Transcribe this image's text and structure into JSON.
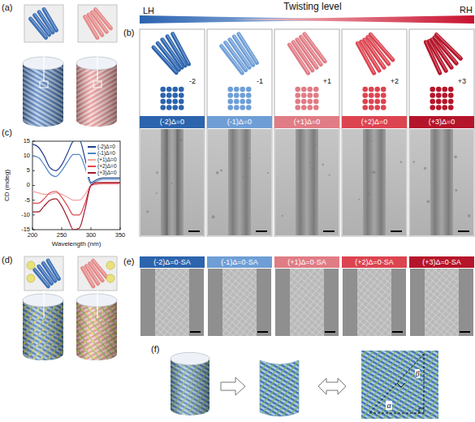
{
  "diagram": {
    "nodes": [
      {
        "text": [
          "(-2)Δ=0"
        ]
      },
      {
        "text": [
          "(-1)Δ=0"
        ]
      },
      {
        "text": [
          "(+1)Δ=0"
        ]
      },
      {
        "text": [
          "(+2)Δ=0"
        ]
      },
      {
        "text": [
          "(+3)Δ=0"
        ]
      },
      {
        "text": [
          "(-2)Δ=0·SA"
        ]
      },
      {
        "text": [
          "(-1)Δ=0·SA"
        ]
      },
      {
        "text": [
          "(+1)Δ=0·SA"
        ]
      },
      {
        "text": [
          "(+2)Δ=0·SA"
        ]
      },
      {
        "text": [
          "(+3)Δ=0·SA"
        ]
      }
    ],
    "labels": [
      "(a)",
      "LH",
      "Twisting level",
      "RH",
      "(b)",
      "-2",
      "-1",
      "+1",
      "+2",
      "+3",
      "(c)",
      "15",
      "10",
      "5",
      "0",
      "-5",
      "-10",
      "-15",
      "CD (mdeg)",
      "200",
      "250",
      "300",
      "350",
      "Wavelength (nm)",
      "(d)",
      "(e)",
      "(f)",
      "β",
      "α"
    ],
    "legend": [
      {
        "text": "(-2)Δ=0",
        "color": "#1f3f8f"
      },
      {
        "text": "(-1)Δ=0",
        "color": "#4f86c6"
      },
      {
        "text": "(+1)Δ=0",
        "color": "#f2a3a3"
      },
      {
        "text": "(+2)Δ=0",
        "color": "#e0474f"
      },
      {
        "text": "(+3)Δ=0",
        "color": "#9e1b2b"
      }
    ]
  }
}
